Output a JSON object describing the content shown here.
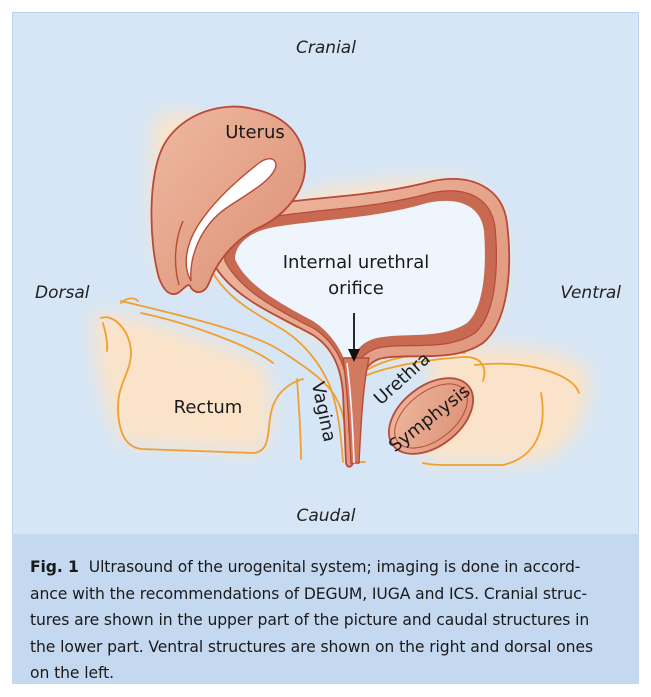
{
  "labels": {
    "cranial": "Cranial",
    "caudal": "Caudal",
    "dorsal": "Dorsal",
    "ventral": "Ventral",
    "uterus": "Uterus",
    "internal_urethral_line1": "Internal urethral",
    "internal_urethral_line2": "orifice",
    "rectum": "Rectum",
    "vagina": "Vagina",
    "urethra": "Urethra",
    "symphysis": "Symphysis"
  },
  "caption": {
    "figure_label": "Fig. 1",
    "text": "Ultrasound of the urogenital system; imaging is done in accord-ance with the recommendations of DEGUM, IUGA and ICS. Cranial struc-tures are shown in the upper part of the picture and caudal structures in the lower part. Ventral structures are shown on the right and dorsal ones on the left."
  },
  "colors": {
    "background": "#d6e6f6",
    "caption_background": "#c4d9f0",
    "organ_fill": "#e8a88c",
    "organ_outline": "#b84a3a",
    "tissue_outline": "#f0a030",
    "glow": "#ffe8c8",
    "bladder_lumen": "#eef5fc"
  }
}
